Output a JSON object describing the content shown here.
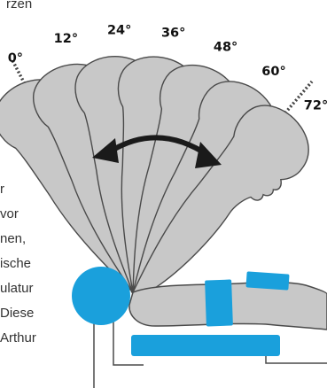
{
  "side_text": {
    "top_fragment": "rzen",
    "lines": [
      "r",
      "vor",
      "nen,",
      "ische",
      "ulatur",
      "Diese",
      "Arthur"
    ]
  },
  "angles": {
    "labels": [
      "0°",
      "12°",
      "24°",
      "36°",
      "48°",
      "60°",
      "72°"
    ],
    "values": [
      0,
      12,
      24,
      36,
      48,
      60,
      72
    ]
  },
  "colors": {
    "head_fill": "#c8c8c8",
    "head_stroke": "#4a4a4a",
    "cushion": "#1aa0dc",
    "arrow": "#1a1a1a",
    "dotted_line": "#444444"
  },
  "icons": {
    "rotation_arrow": "double-headed-curved-arrow"
  }
}
